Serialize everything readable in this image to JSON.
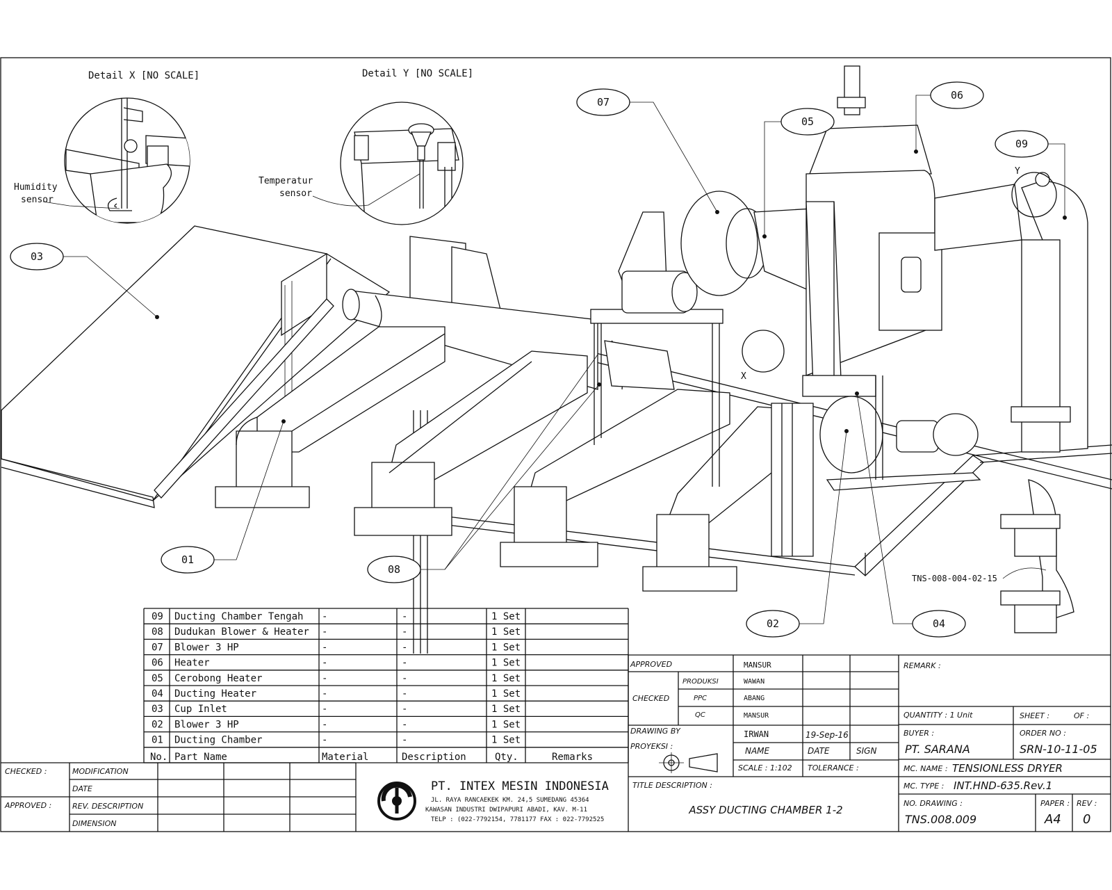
{
  "details": {
    "x": {
      "title": "Detail X [NO SCALE]",
      "sensor_line1": "Humidity",
      "sensor_line2": "sensor",
      "marker": "X"
    },
    "y": {
      "title": "Detail Y [NO SCALE]",
      "sensor_line1": "Temperatur",
      "sensor_line2": "sensor",
      "marker": "Y"
    }
  },
  "balloons": [
    "03",
    "07",
    "05",
    "06",
    "09",
    "01",
    "08",
    "02",
    "04"
  ],
  "drawing_ref_label": "TNS-008-004-02-15",
  "parts_list": {
    "headers": [
      "No.",
      "Part Name",
      "Material",
      "Description",
      "Qty.",
      "Remarks"
    ],
    "rows": [
      {
        "no": "09",
        "name": "Ducting Chamber Tengah",
        "material": "-",
        "description": "-",
        "qty": "1 Set"
      },
      {
        "no": "08",
        "name": "Dudukan Blower & Heater",
        "material": "-",
        "description": "-",
        "qty": "1 Set"
      },
      {
        "no": "07",
        "name": "Blower 3 HP",
        "material": "-",
        "description": "-",
        "qty": "1 Set"
      },
      {
        "no": "06",
        "name": "Heater",
        "material": "-",
        "description": "-",
        "qty": "1 Set"
      },
      {
        "no": "05",
        "name": "Cerobong Heater",
        "material": "-",
        "description": "-",
        "qty": "1 Set"
      },
      {
        "no": "04",
        "name": "Ducting Heater",
        "material": "-",
        "description": "-",
        "qty": "1 Set"
      },
      {
        "no": "03",
        "name": "Cup Inlet",
        "material": "-",
        "description": "-",
        "qty": "1 Set"
      },
      {
        "no": "02",
        "name": "Blower 3 HP",
        "material": "-",
        "description": "-",
        "qty": "1 Set"
      },
      {
        "no": "01",
        "name": "Ducting Chamber",
        "material": "-",
        "description": "-",
        "qty": "1 Set"
      }
    ]
  },
  "revision_block": {
    "checked_label": "CHECKED :",
    "approved_label": "APPROVED :",
    "modification": "MODIFICATION",
    "date": "DATE",
    "rev_description": "REV. DESCRIPTION",
    "dimension": "DIMENSION"
  },
  "company": {
    "name": "PT. INTEX MESIN INDONESIA",
    "address1": "JL. RAYA RANCAEKEK KM. 24,5 SUMEDANG 45364",
    "address2": "KAWASAN INDUSTRI DWIPAPURI ABADI, KAV. M-11",
    "phone": "TELP : (022-7792154, 7781177 FAX : 022-7792525"
  },
  "title_block": {
    "approved_label": "APPROVED",
    "approved_name": "MANSUR",
    "checked_label": "CHECKED",
    "produksi_label": "PRODUKSI",
    "produksi_name": "WAWAN",
    "ppc_label": "PPC",
    "ppc_name": "ABANG",
    "qc_label": "QC",
    "qc_name": "MANSUR",
    "drawing_by_label": "DRAWING BY",
    "drawing_by_name": "IRWAN",
    "drawing_date": "19-Sep-16",
    "proyeksi_label": "PROYEKSI :",
    "name_label": "NAME",
    "date_label": "DATE",
    "sign_label": "SIGN",
    "scale": "SCALE :  1:102",
    "tolerance": "TOLERANCE :",
    "title_description_label": "TITLE DESCRIPTION :",
    "title": "ASSY DUCTING CHAMBER 1-2",
    "remark_label": "REMARK :",
    "quantity": "QUANTITY : 1 Unit",
    "sheet_label": "SHEET :",
    "of_label": "OF :",
    "buyer_label": "BUYER :",
    "buyer": "PT. SARANA",
    "order_label": "ORDER NO :",
    "order_no": "SRN-10-11-05",
    "mc_name_label": "MC. NAME :",
    "mc_name": "TENSIONLESS DRYER",
    "mc_type_label": "MC. TYPE :",
    "mc_type": "INT.HND-635.Rev.1",
    "no_drawing_label": "NO. DRAWING :",
    "no_drawing": "TNS.008.009",
    "paper_label": "PAPER :",
    "paper": "A4",
    "rev_label": "REV :",
    "rev": "0"
  }
}
